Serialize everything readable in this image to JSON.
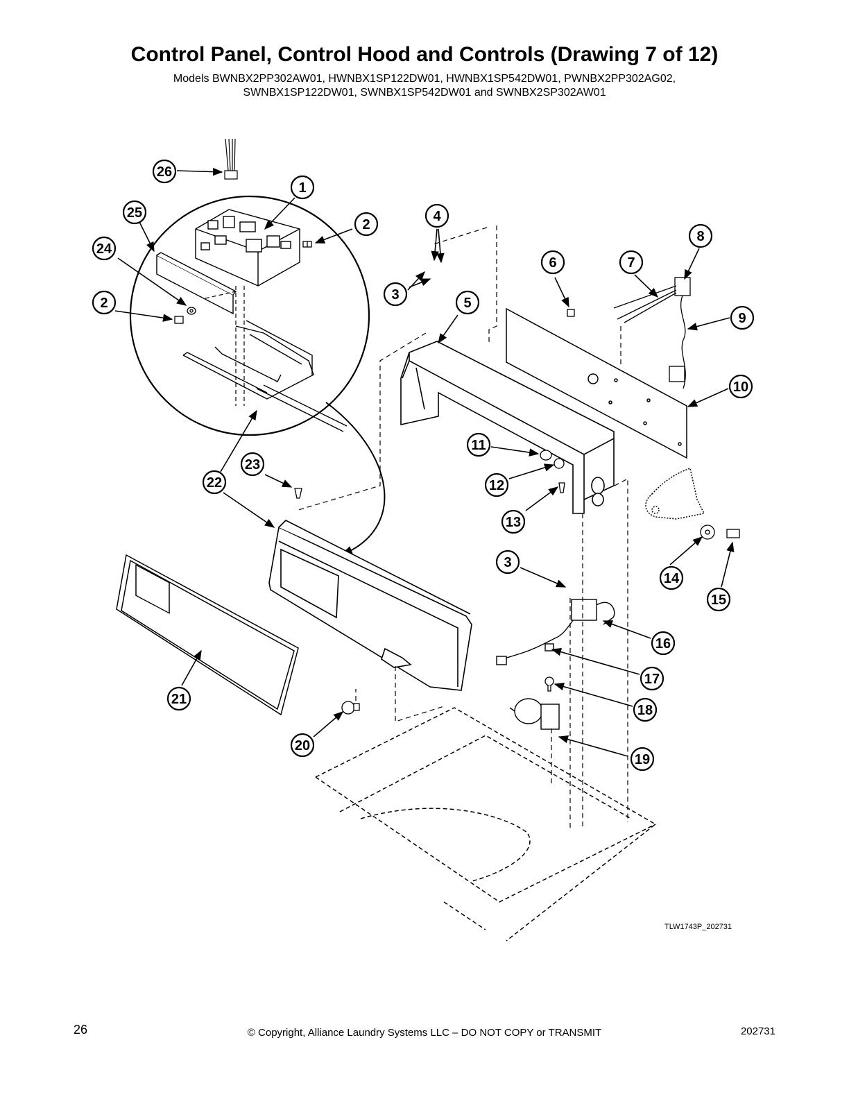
{
  "header": {
    "title": "Control Panel, Control Hood and Controls (Drawing 7 of 12)",
    "models_line1": "Models BWNBX2PP302AW01, HWNBX1SP122DW01, HWNBX1SP542DW01, PWNBX2PP302AG02,",
    "models_line2": "SWNBX1SP122DW01, SWNBX1SP542DW01 and SWNBX2SP302AW01"
  },
  "drawing_code": "TLW1743P_202731",
  "callouts": [
    "26",
    "1",
    "25",
    "2",
    "24",
    "2",
    "4",
    "3",
    "5",
    "6",
    "7",
    "8",
    "9",
    "10",
    "11",
    "12",
    "13",
    "14",
    "15",
    "3",
    "16",
    "17",
    "18",
    "19",
    "20",
    "21",
    "22",
    "23"
  ],
  "footer": {
    "page_number": "26",
    "copyright": "© Copyright, Alliance Laundry Systems LLC – DO NOT COPY or TRANSMIT",
    "doc_number": "202731"
  }
}
